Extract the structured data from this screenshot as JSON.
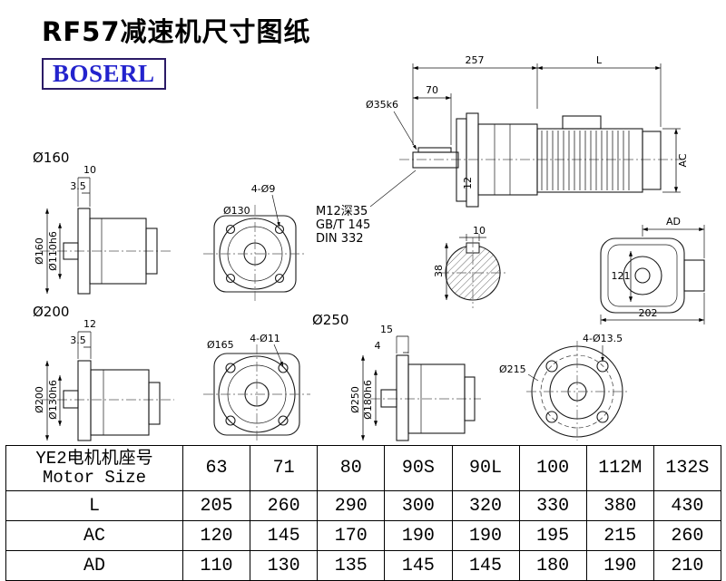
{
  "header": {
    "title": "RF57减速机尺寸图纸",
    "logo": "BOSERL"
  },
  "main_view": {
    "dim_257": "257",
    "dim_L": "L",
    "dim_70": "70",
    "shaft_dia": "Ø35k6",
    "dim_AC": "AC",
    "dim_12": "12",
    "tap_note": "M12深35",
    "standard_1": "GB/T 145",
    "standard_2": "DIN 332"
  },
  "flange160": {
    "label": "Ø160",
    "dim_10": "10",
    "dim_3_5": "3.5",
    "outer_dia": "Ø160",
    "spigot_dia": "Ø110h6"
  },
  "flange130": {
    "label": "Ø130",
    "bolt_holes": "4-Ø9"
  },
  "shaft_section": {
    "key_width": "10",
    "dim_38": "38"
  },
  "motor_rear": {
    "dim_AD": "AD",
    "dim_121": "121",
    "dim_202": "202"
  },
  "flange200": {
    "label": "Ø200",
    "dim_12": "12",
    "dim_3_5": "3.5",
    "outer_dia": "Ø200",
    "spigot_dia": "Ø130h6"
  },
  "flange165": {
    "label": "Ø165",
    "bolt_holes": "4-Ø11",
    "dim_250": "Ø250"
  },
  "flange250": {
    "dim_15": "15",
    "dim_4": "4",
    "outer_dia": "Ø250",
    "spigot_dia": "Ø180h6"
  },
  "flange215": {
    "label": "Ø215",
    "bolt_holes": "4-Ø13.5"
  },
  "table": {
    "header_cn": "YE2电机机座号",
    "header_en": "Motor Size",
    "sizes": [
      "63",
      "71",
      "80",
      "90S",
      "90L",
      "100",
      "112M",
      "132S"
    ],
    "rows": [
      {
        "label": "L",
        "values": [
          "205",
          "260",
          "290",
          "300",
          "320",
          "330",
          "380",
          "430"
        ]
      },
      {
        "label": "AC",
        "values": [
          "120",
          "145",
          "170",
          "190",
          "190",
          "195",
          "215",
          "260"
        ]
      },
      {
        "label": "AD",
        "values": [
          "110",
          "130",
          "135",
          "145",
          "145",
          "180",
          "190",
          "210"
        ]
      }
    ]
  }
}
